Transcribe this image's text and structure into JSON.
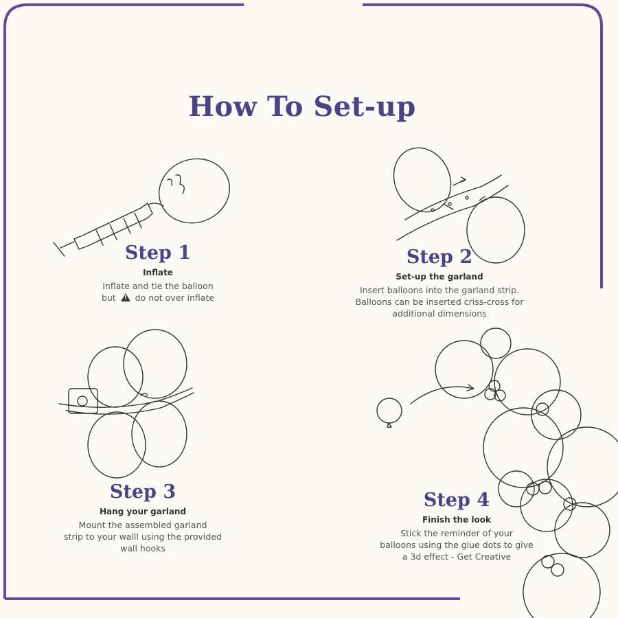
{
  "title": "How To Set-up",
  "steps": [
    {
      "heading": "Step 1",
      "subtitle": "Inflate",
      "desc_line1": "Inflate and tie the balloon",
      "desc_line2_before": "but",
      "desc_line2_after": "do not over inflate",
      "icon": "warning-icon"
    },
    {
      "heading": "Step 2",
      "subtitle": "Set-up the garland",
      "lines": [
        "Insert balloons into the garland strip.",
        "Balloons can be inserted criss-cross for",
        "additional dimensions"
      ]
    },
    {
      "heading": "Step 3",
      "subtitle": "Hang your garland",
      "lines": [
        "Mount the assembled garland",
        "strip to your walll using the provided",
        "wall hooks"
      ]
    },
    {
      "heading": "Step 4",
      "subtitle": "Finish the look",
      "lines": [
        "Stick the reminder of your",
        "balloons using the glue dots to give",
        "a 3d effect - Get Creative"
      ]
    }
  ],
  "colors": {
    "accent": "#4e4287",
    "background": "#fbfaf5",
    "ink": "#333333"
  }
}
